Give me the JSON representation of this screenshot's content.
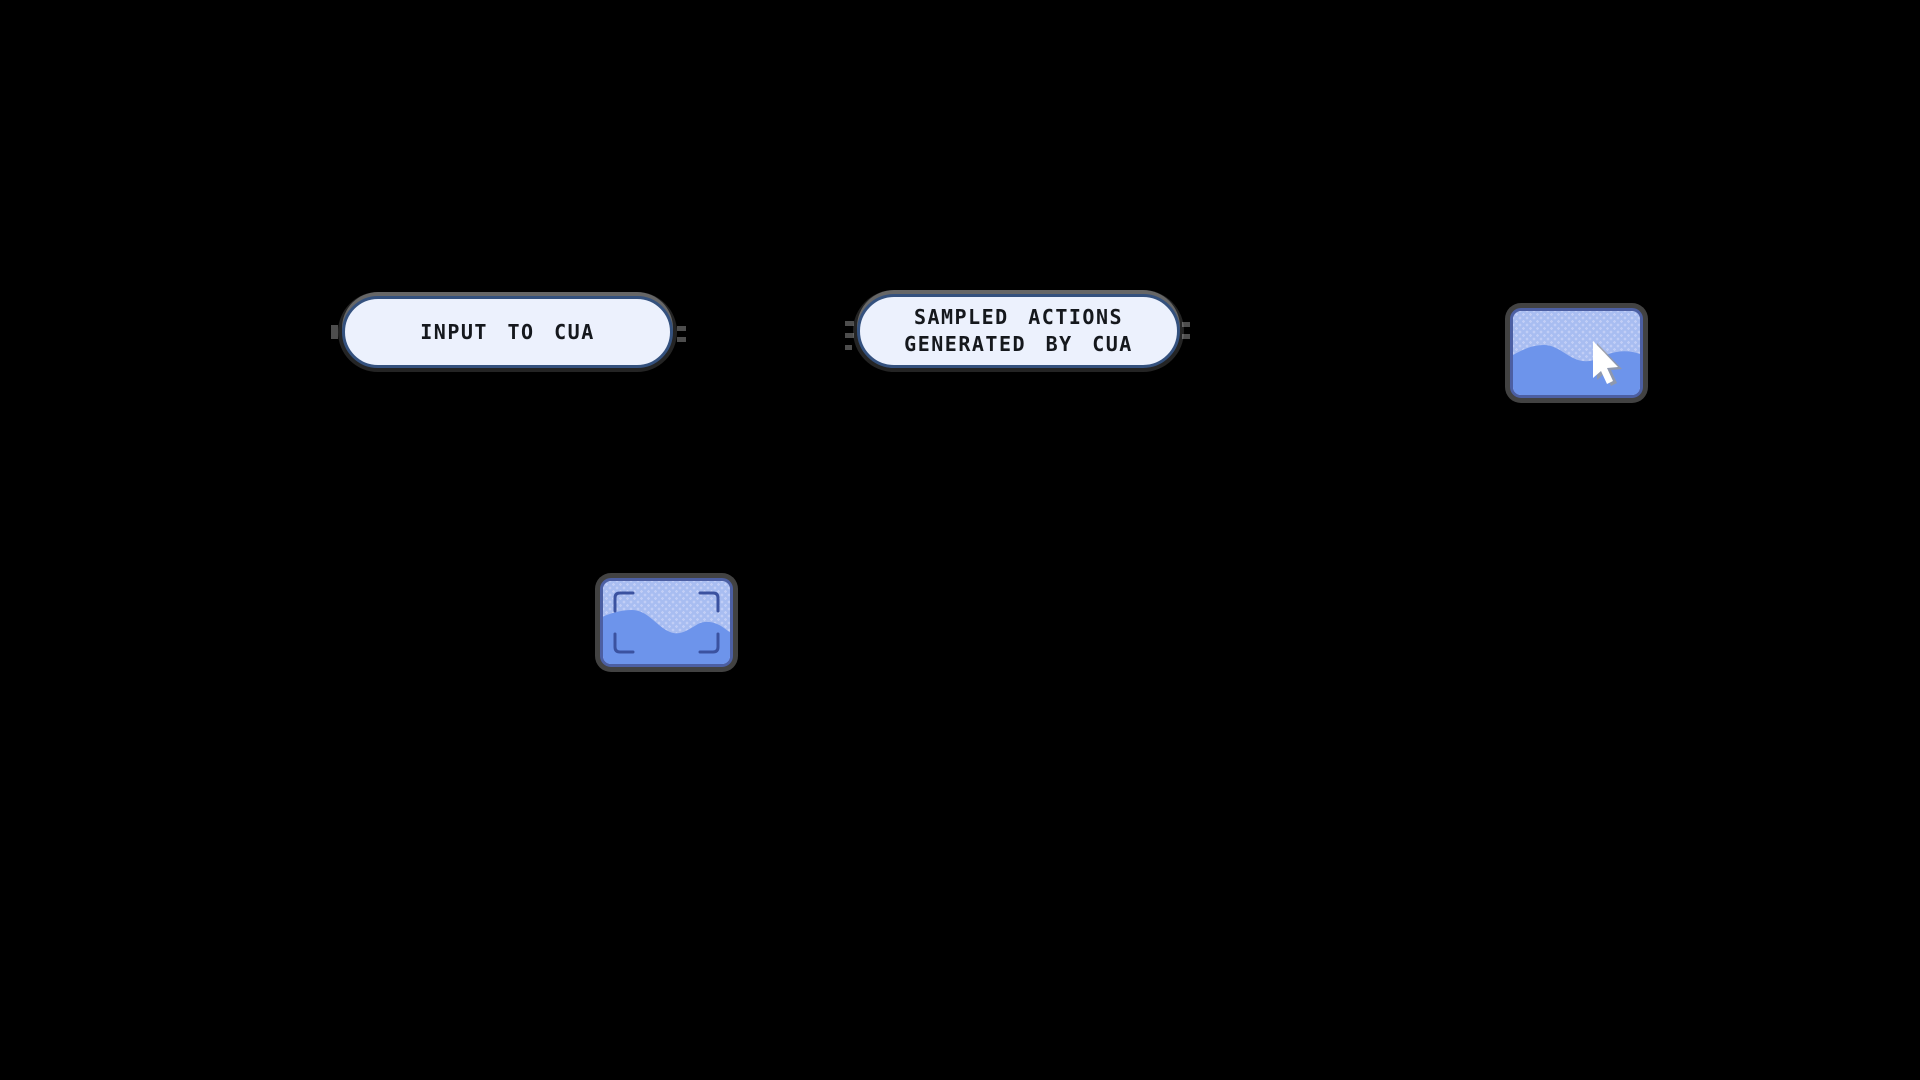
{
  "palette": {
    "canvas_bg": "#000000",
    "pill_fill": "#ECF1FD",
    "pill_border": "#34517E",
    "pill_text": "#15181D",
    "icon_fill": "#A8BDF1",
    "icon_dot": "#C1CEF6",
    "icon_wave": "#6D94EB",
    "icon_border": "#4C5FA3",
    "bracket_stroke": "#3B52A0",
    "cursor_fill": "#FFFFFF",
    "cursor_shadow": "#9A9A9A",
    "shadow_gray": "rgba(255,255,255,0.30)"
  },
  "nodes": {
    "input_pill": {
      "label": "INPUT TO CUA"
    },
    "actions_pill": {
      "label_line1": "SAMPLED ACTIONS",
      "label_line2": "GENERATED BY CUA"
    },
    "cursor_screenshot_icon": {
      "name": "screenshot thumbnail with mouse cursor"
    },
    "capture_screenshot_icon": {
      "name": "screenshot thumbnail with capture brackets"
    }
  }
}
